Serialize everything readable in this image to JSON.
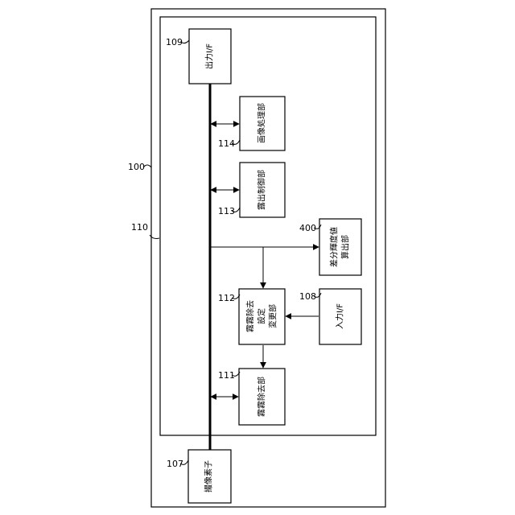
{
  "diagram": {
    "ref_outer": "100",
    "ref_inner": "110",
    "blocks": {
      "output_if": {
        "ref": "109",
        "label": "出力I/F"
      },
      "image_processing": {
        "ref": "114",
        "label": "画像処理部"
      },
      "exposure_control": {
        "ref": "113",
        "label": "露出制御部"
      },
      "diff_luminance": {
        "ref": "400",
        "label_line1": "差分輝度値",
        "label_line2": "算出部"
      },
      "defog_setting": {
        "ref": "112",
        "label_line1": "霧霧除去",
        "label_line2": "設定",
        "label_line3": "変更部"
      },
      "input_if": {
        "ref": "108",
        "label": "入力I/F"
      },
      "defog": {
        "ref": "111",
        "label": "霧霧除去部"
      },
      "image_sensor": {
        "ref": "107",
        "label": "撮像素子"
      }
    }
  }
}
